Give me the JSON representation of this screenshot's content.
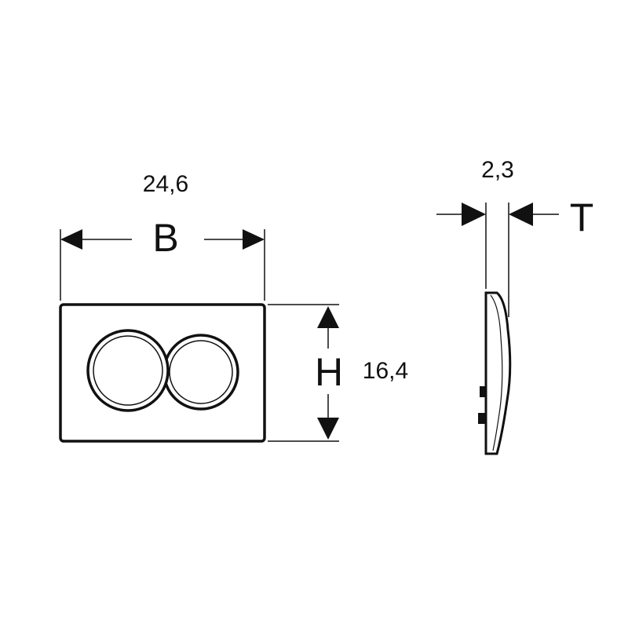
{
  "front_view": {
    "width_value": "24,6",
    "width_symbol": "B",
    "height_value": "16,4",
    "height_symbol": "H"
  },
  "side_view": {
    "depth_value": "2,3",
    "depth_symbol": "T"
  },
  "colors": {
    "line": "#111111",
    "background": "#ffffff"
  }
}
